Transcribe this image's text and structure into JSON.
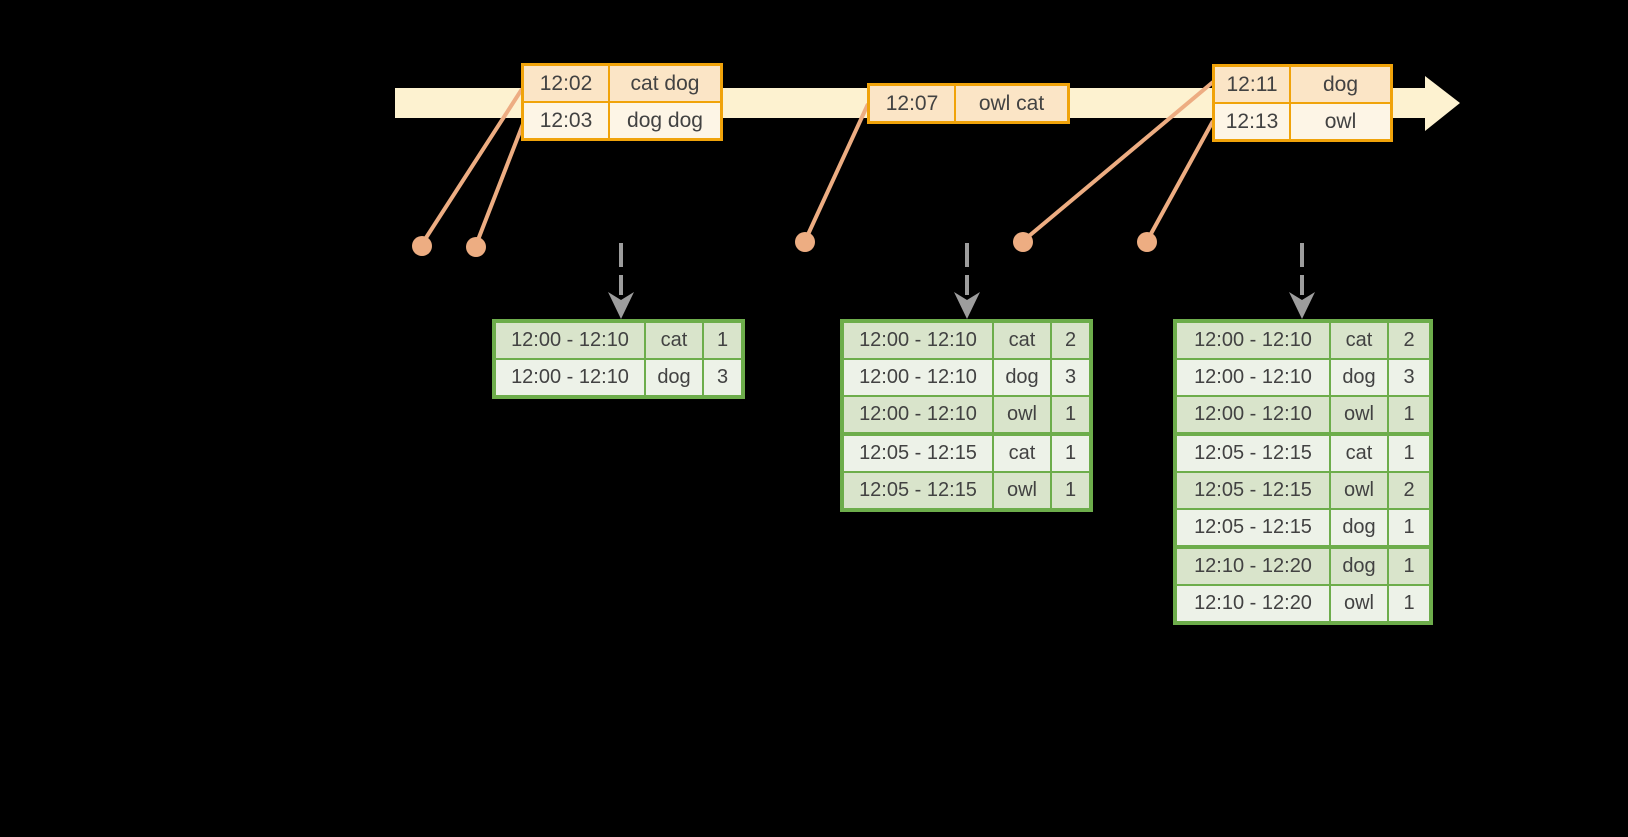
{
  "colors": {
    "background": "#000000",
    "timeline_fill": "#fdf2d0",
    "event_border": "#f0a30a",
    "event_row_dark": "#fbe5c6",
    "event_row_light": "#fdf5e6",
    "connector": "#edad82",
    "result_border": "#6dad4b",
    "result_row_dark": "#d9e4cb",
    "result_row_light": "#edf2e8",
    "trigger_arrow": "#9d9d9d",
    "text": "#424242"
  },
  "event_tables": [
    {
      "rows": [
        {
          "time": "12:02",
          "words": "cat dog"
        },
        {
          "time": "12:03",
          "words": "dog dog"
        }
      ]
    },
    {
      "rows": [
        {
          "time": "12:07",
          "words": "owl cat"
        }
      ]
    },
    {
      "rows": [
        {
          "time": "12:11",
          "words": "dog"
        },
        {
          "time": "12:13",
          "words": "owl"
        }
      ]
    }
  ],
  "result_tables": [
    {
      "rows": [
        {
          "window": "12:00 - 12:10",
          "word": "cat",
          "count": "1"
        },
        {
          "window": "12:00 - 12:10",
          "word": "dog",
          "count": "3"
        }
      ]
    },
    {
      "rows": [
        {
          "window": "12:00 - 12:10",
          "word": "cat",
          "count": "2"
        },
        {
          "window": "12:00 - 12:10",
          "word": "dog",
          "count": "3"
        },
        {
          "window": "12:00 - 12:10",
          "word": "owl",
          "count": "1"
        },
        {
          "window": "12:05 - 12:15",
          "word": "cat",
          "count": "1"
        },
        {
          "window": "12:05 - 12:15",
          "word": "owl",
          "count": "1"
        }
      ]
    },
    {
      "rows": [
        {
          "window": "12:00 - 12:10",
          "word": "cat",
          "count": "2"
        },
        {
          "window": "12:00 - 12:10",
          "word": "dog",
          "count": "3"
        },
        {
          "window": "12:00 - 12:10",
          "word": "owl",
          "count": "1"
        },
        {
          "window": "12:05 - 12:15",
          "word": "cat",
          "count": "1"
        },
        {
          "window": "12:05 - 12:15",
          "word": "owl",
          "count": "2"
        },
        {
          "window": "12:05 - 12:15",
          "word": "dog",
          "count": "1"
        },
        {
          "window": "12:10 - 12:20",
          "word": "dog",
          "count": "1"
        },
        {
          "window": "12:10 - 12:20",
          "word": "owl",
          "count": "1"
        }
      ]
    }
  ]
}
